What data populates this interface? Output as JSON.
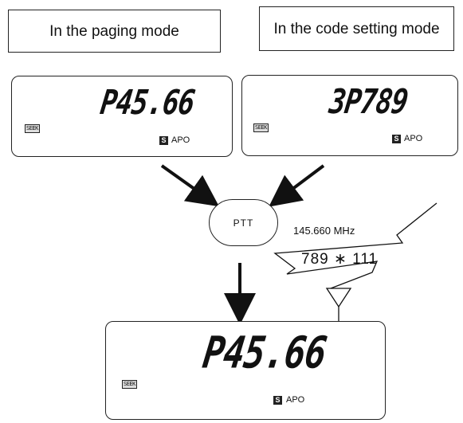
{
  "labels": {
    "paging_mode": "In the paging mode",
    "code_setting_mode": "In the code setting mode"
  },
  "displays": {
    "paging": {
      "readout": "P45.66",
      "seek": "SEEK",
      "s_icon": "S",
      "apo": "APO"
    },
    "code": {
      "readout": "3P789",
      "seek": "SEEK",
      "s_icon": "S",
      "apo": "APO"
    },
    "result": {
      "readout": "P45.66",
      "seek": "SEEK",
      "s_icon": "S",
      "apo": "APO"
    }
  },
  "ptt": {
    "label": "PTT"
  },
  "transmission": {
    "frequency": "145.660 MHz",
    "code": "789 ∗ 111"
  }
}
